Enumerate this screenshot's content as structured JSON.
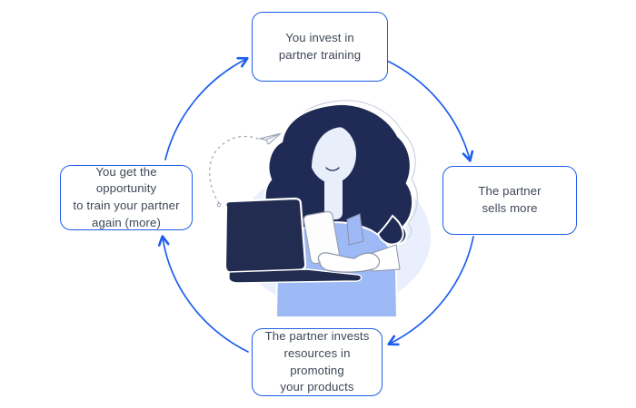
{
  "page": {
    "background": "#ffffff"
  },
  "colors": {
    "accent_blue": "#1d5eec",
    "text": "#3e4756",
    "hair_navy": "#1f2b55",
    "laptop_navy": "#222c50",
    "shirt_blue": "#9db9f6",
    "skin": "#e9eefb",
    "halo_blue": "#e9effc",
    "sketch_gray": "#9aa3b2"
  },
  "diagram": {
    "type": "cycle",
    "direction": "clockwise",
    "nodes": [
      {
        "id": "top",
        "label": "You invest in\npartner training"
      },
      {
        "id": "right",
        "label": "The partner\nsells more"
      },
      {
        "id": "bottom",
        "label": "The partner invests\nresources in promoting\nyour products"
      },
      {
        "id": "left",
        "label": "You get the opportunity\nto train your partner\nagain (more)"
      }
    ],
    "edges": [
      {
        "from": "left",
        "to": "top"
      },
      {
        "from": "top",
        "to": "right"
      },
      {
        "from": "right",
        "to": "bottom"
      },
      {
        "from": "bottom",
        "to": "left"
      }
    ],
    "center_illustration": "woman-with-laptop-and-phone",
    "decorations": [
      "dashed-flight-path",
      "paper-plane-icon"
    ]
  }
}
